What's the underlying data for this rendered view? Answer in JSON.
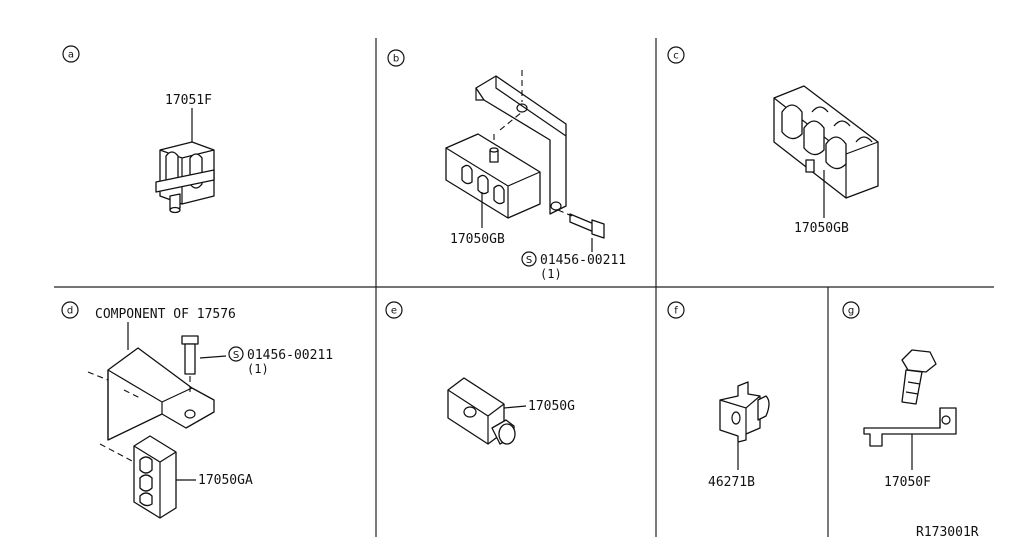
{
  "sections": {
    "a": {
      "tag": "a",
      "parts": [
        "17051F"
      ]
    },
    "b": {
      "tag": "b",
      "parts": [
        "17050GB",
        "01456-00211",
        "(1)"
      ],
      "std_symbol": "S"
    },
    "c": {
      "tag": "c",
      "parts": [
        "17050GB"
      ]
    },
    "d": {
      "tag": "d",
      "component_note": "COMPONENT OF 17576",
      "parts": [
        "17050GA",
        "01456-00211",
        "(1)"
      ],
      "std_symbol": "S"
    },
    "e": {
      "tag": "e",
      "parts": [
        "17050G"
      ]
    },
    "f": {
      "tag": "f",
      "parts": [
        "46271B"
      ]
    },
    "g": {
      "tag": "g",
      "parts": [
        "17050F"
      ]
    }
  },
  "ref_code": "R173001R"
}
